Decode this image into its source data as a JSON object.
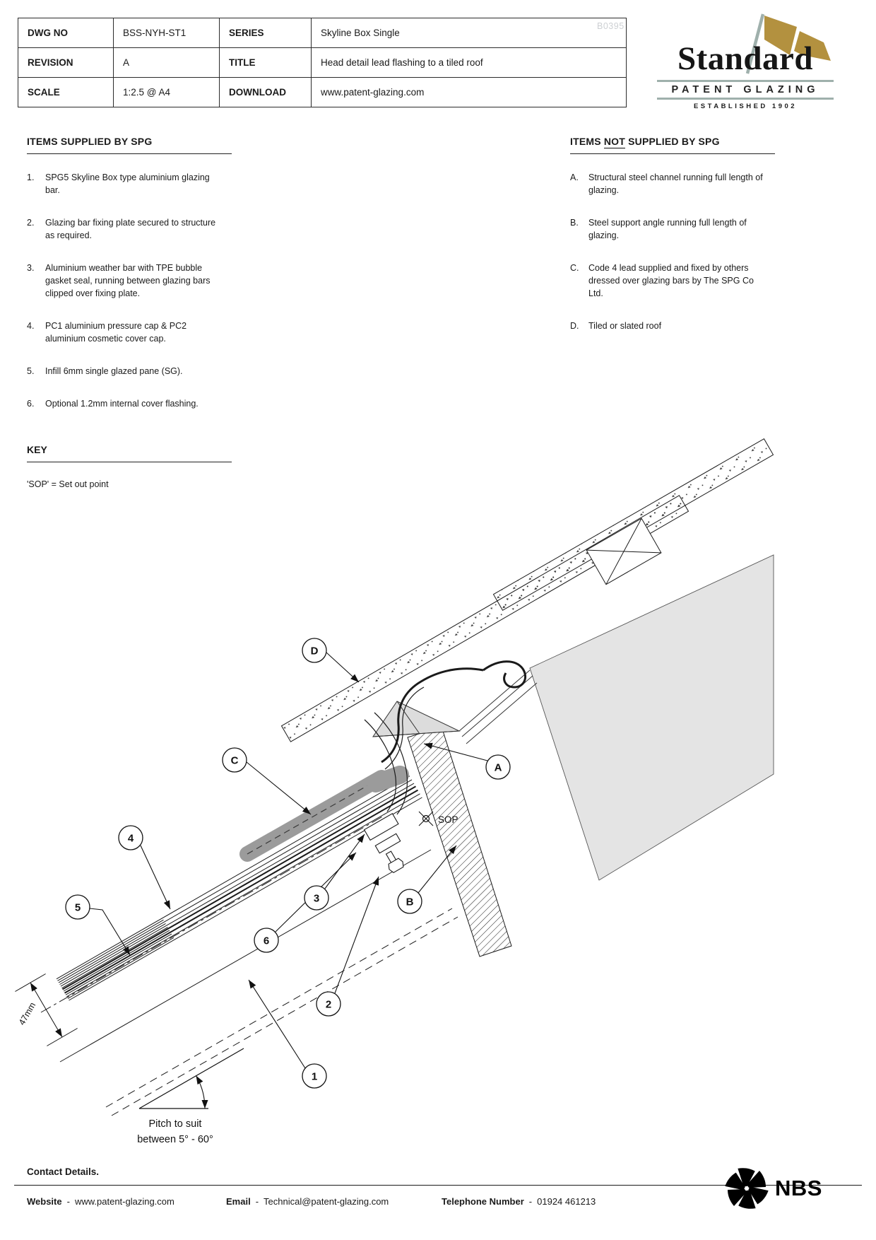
{
  "watermark": "B0395",
  "title_block": {
    "rows": [
      {
        "label1": "DWG NO",
        "value1": "BSS-NYH-ST1",
        "label2": "SERIES",
        "value2": "Skyline Box Single"
      },
      {
        "label1": "REVISION",
        "value1": "A",
        "label2": "TITLE",
        "value2": "Head detail lead flashing to a tiled roof"
      },
      {
        "label1": "SCALE",
        "value1": "1:2.5 @ A4",
        "label2": "DOWNLOAD",
        "value2": "www.patent-glazing.com"
      }
    ]
  },
  "logo": {
    "name": "Standard",
    "subtitle": "PATENT GLAZING",
    "established": "ESTABLISHED 1902",
    "flag_color": "#b3913f",
    "rule_color": "#9fb0ac"
  },
  "supplied": {
    "heading": "ITEMS SUPPLIED BY SPG",
    "items": [
      {
        "num": "1.",
        "text": "SPG5 Skyline Box type aluminium glazing bar."
      },
      {
        "num": "2.",
        "text": "Glazing bar fixing plate secured to structure as required."
      },
      {
        "num": "3.",
        "text": "Aluminium weather bar with TPE bubble gasket seal, running between glazing bars clipped over fixing plate."
      },
      {
        "num": "4.",
        "text": "PC1 aluminium pressure cap & PC2 aluminium cosmetic cover cap."
      },
      {
        "num": "5.",
        "text": "Infill 6mm single glazed pane (SG)."
      },
      {
        "num": "6.",
        "text": "Optional 1.2mm internal cover flashing."
      }
    ]
  },
  "not_supplied": {
    "heading_pre": "ITEMS ",
    "heading_underlined": "NOT",
    "heading_post": " SUPPLIED BY SPG",
    "items": [
      {
        "num": "A.",
        "text": "Structural steel channel running full length of glazing."
      },
      {
        "num": "B.",
        "text": "Steel support angle running full length of glazing."
      },
      {
        "num": "C.",
        "text": "Code 4 lead supplied and fixed by others dressed over glazing bars by The SPG Co Ltd."
      },
      {
        "num": "D.",
        "text": "Tiled or slated roof"
      }
    ]
  },
  "key": {
    "heading": "KEY",
    "entry": "'SOP' = Set out point"
  },
  "drawing": {
    "callouts": [
      "D",
      "C",
      "A",
      "4",
      "5",
      "3",
      "B",
      "6",
      "2",
      "1"
    ],
    "sop_label": "SOP",
    "dimension_label": "47mm",
    "pitch_line1": "Pitch to suit",
    "pitch_line2": "between 5° - 60°",
    "colors": {
      "tile_gray": "#e4e4e4",
      "lead_gray": "#9b9b9b",
      "gusset_gray": "#dcdcdc"
    }
  },
  "footer": {
    "heading": "Contact Details.",
    "sep": "-",
    "website_label": "Website",
    "website": "www.patent-glazing.com",
    "email_label": "Email",
    "email": "Technical@patent-glazing.com",
    "phone_label": "Telephone Number",
    "phone": "01924 461213",
    "nbs": "NBS"
  }
}
